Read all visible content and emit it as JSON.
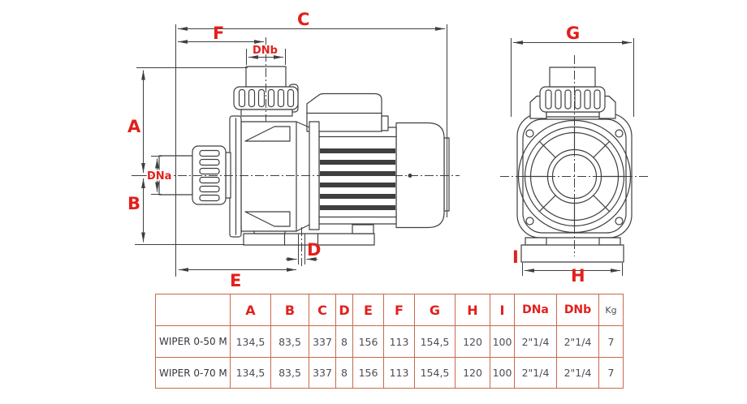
{
  "diagram": {
    "labels": {
      "C": "C",
      "F": "F",
      "DNb": "DNb",
      "A": "A",
      "DNa": "DNa",
      "B": "B",
      "D": "D",
      "E": "E",
      "G": "G",
      "I": "I",
      "H": "H"
    },
    "colors": {
      "dimension_label": "#e2201d",
      "line": "#3f3f3f"
    }
  },
  "table": {
    "border_color": "#c96a4a",
    "header": {
      "name": "",
      "cols": [
        "A",
        "B",
        "C",
        "D",
        "E",
        "F",
        "G",
        "H",
        "I",
        "DNa",
        "DNb",
        "Kg"
      ]
    },
    "rows": [
      {
        "name": "WIPER 0-50 M",
        "values": [
          "134,5",
          "83,5",
          "337",
          "8",
          "156",
          "113",
          "154,5",
          "120",
          "100",
          "2\"1/4",
          "2\"1/4",
          "7"
        ]
      },
      {
        "name": "WIPER 0-70 M",
        "values": [
          "134,5",
          "83,5",
          "337",
          "8",
          "156",
          "113",
          "154,5",
          "120",
          "100",
          "2\"1/4",
          "2\"1/4",
          "7"
        ]
      }
    ]
  }
}
